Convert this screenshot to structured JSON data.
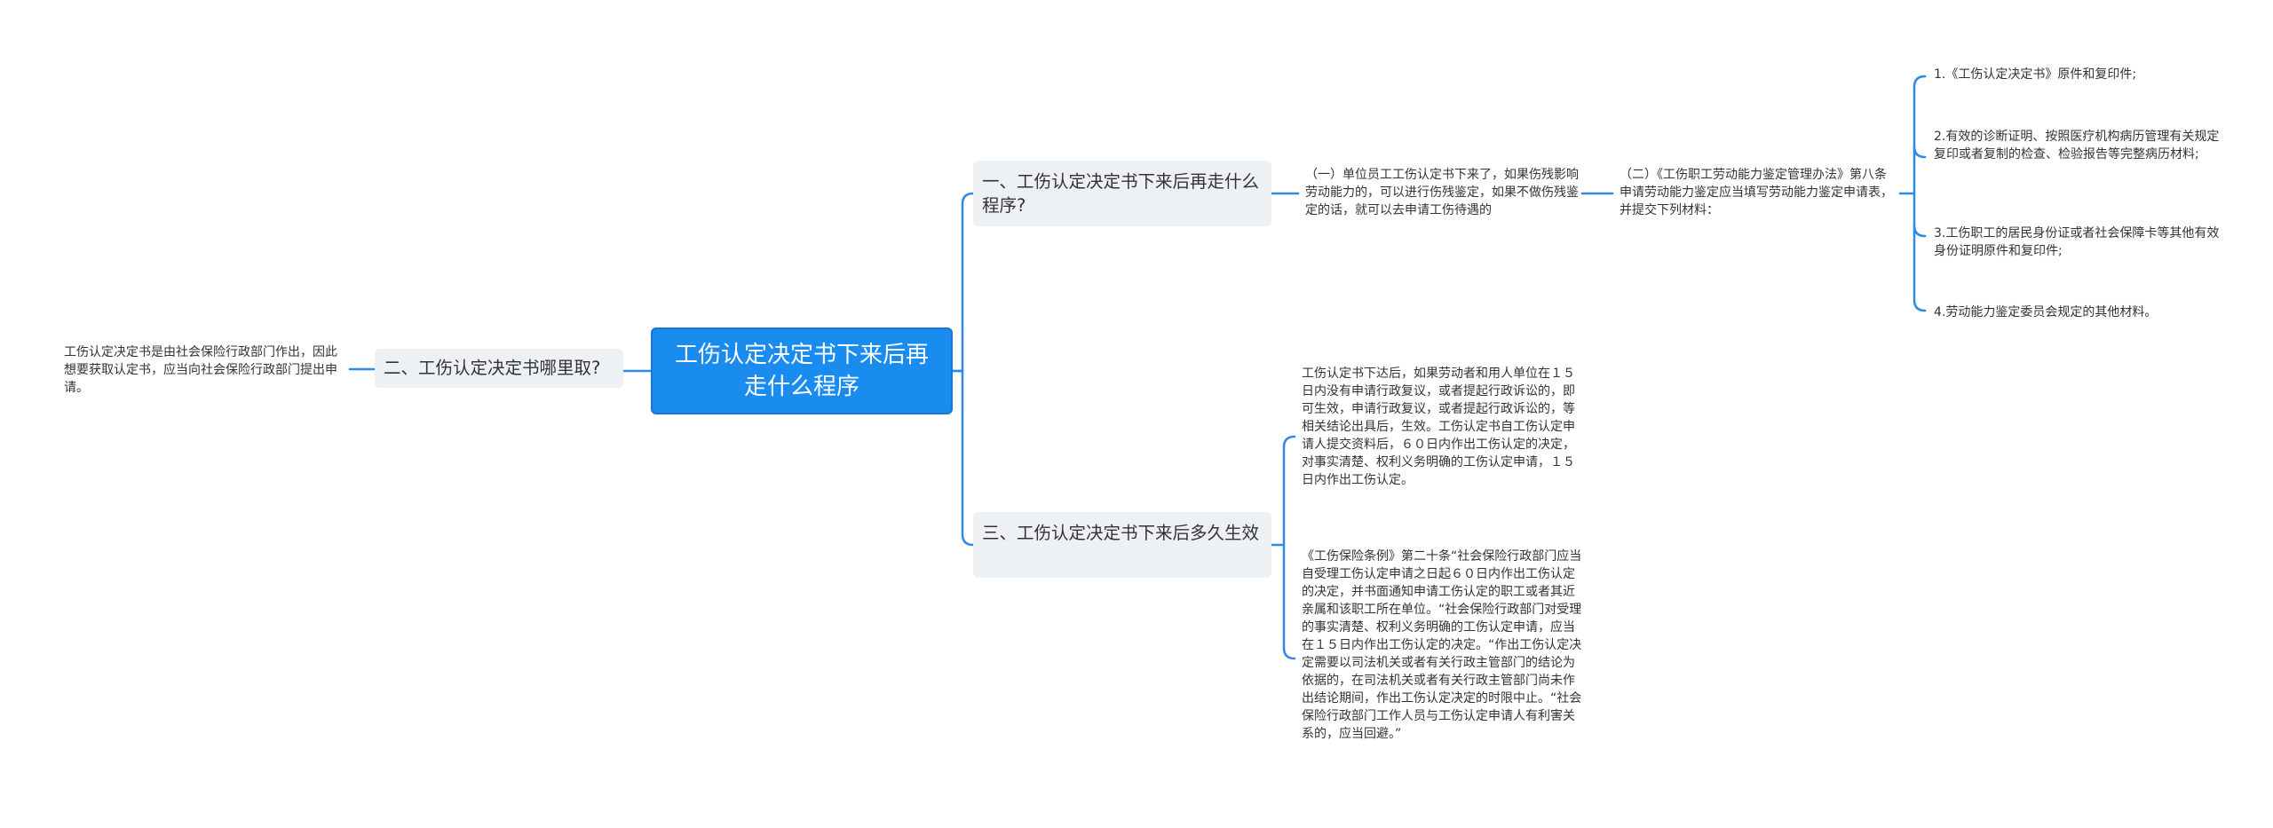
{
  "root": {
    "title": "工伤认定决定书下来后再走什么程序"
  },
  "branches": [
    {
      "title": "一、工伤认定决定书下来后再走什么程序?"
    },
    {
      "title": "二、工伤认定决定书哪里取?"
    },
    {
      "title": "三、工伤认定决定书下来后多久生效"
    }
  ],
  "leaves": {
    "b1_main": "（一）单位员工工伤认定书下来了，如果伤残影响劳动能力的，可以进行伤残鉴定，如果不做伤残鉴定的话，就可以去申请工伤待遇的",
    "b1_sub": "（二）《工伤职工劳动能力鉴定管理办法》第八条申请劳动能力鉴定应当填写劳动能力鉴定申请表，并提交下列材料：",
    "b1_items": [
      "1.《工伤认定决定书》原件和复印件;",
      "2.有效的诊断证明、按照医疗机构病历管理有关规定复印或者复制的检查、检验报告等完整病历材料;",
      "3.工伤职工的居民身份证或者社会保障卡等其他有效身份证明原件和复印件;",
      "4.劳动能力鉴定委员会规定的其他材料。"
    ],
    "b2_main": "工伤认定决定书是由社会保险行政部门作出，因此想要获取认定书，应当向社会保险行政部门提出申请。",
    "b3_a": "工伤认定书下达后，如果劳动者和用人单位在１５日内没有申请行政复议，或者提起行政诉讼的，即可生效，申请行政复议，或者提起行政诉讼的，等相关结论出具后，生效。工伤认定书自工伤认定申请人提交资料后，６０日内作出工伤认定的决定，对事实清楚、权利义务明确的工伤认定申请，１５日内作出工伤认定。",
    "b3_b": "《工伤保险条例》第二十条“社会保险行政部门应当自受理工伤认定申请之日起６０日内作出工伤认定的决定，并书面通知申请工伤认定的职工或者其近亲属和该职工所在单位。“社会保险行政部门对受理的事实清楚、权利义务明确的工伤认定申请，应当在１５日内作出工伤认定的决定。“作出工伤认定决定需要以司法机关或者有关行政主管部门的结论为依据的，在司法机关或者有关行政主管部门尚未作出结论期间，作出工伤认定决定的时限中止。“社会保险行政部门工作人员与工伤认定申请人有利害关系的，应当回避。”"
  },
  "colors": {
    "accent": "#1a8cf0",
    "connector": "#2d8ae6",
    "branch_bg": "#edf1f4"
  }
}
